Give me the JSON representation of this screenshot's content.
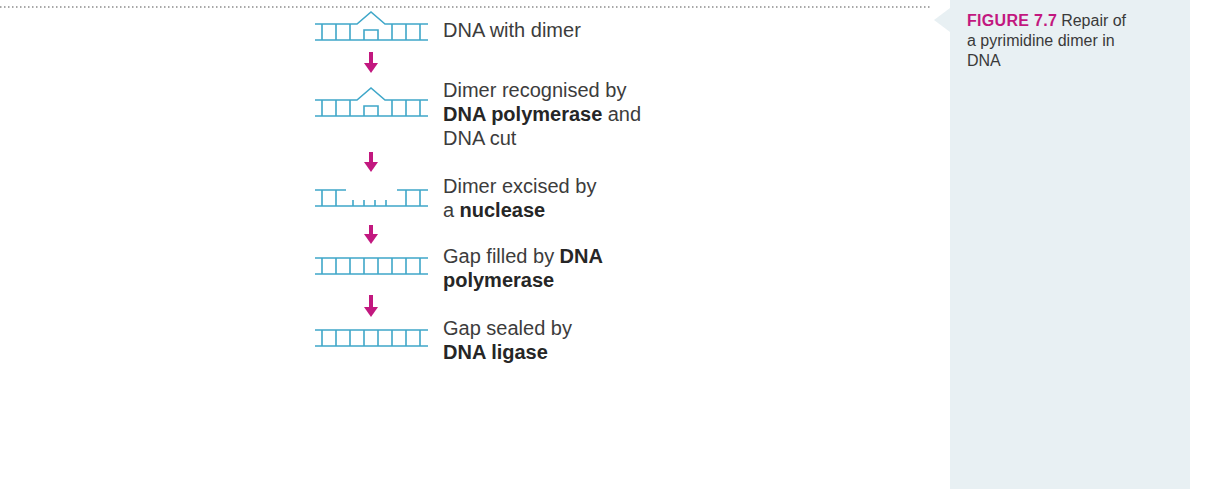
{
  "diagram": {
    "nodes": [
      {
        "text": [
          "DNA with dimer"
        ]
      },
      {
        "text": [
          "Dimer recognised by",
          "DNA polymerase",
          "and",
          "DNA cut"
        ]
      },
      {
        "text": [
          "Dimer excised by",
          "a",
          "nuclease"
        ]
      },
      {
        "text": [
          "Gap filled by",
          "DNA polymerase"
        ]
      },
      {
        "text": [
          "Gap sealed by",
          "DNA ligase"
        ]
      },
      {
        "text": [
          "FIGURE 7.7",
          "Repair of a pyrimidine dimer in DNA"
        ]
      }
    ],
    "edges": [
      {
        "from": 0,
        "to": 1,
        "arrow": "to"
      },
      {
        "from": 1,
        "to": 2,
        "arrow": "to"
      },
      {
        "from": 2,
        "to": 3,
        "arrow": "to"
      },
      {
        "from": 3,
        "to": 4,
        "arrow": "to"
      }
    ]
  }
}
